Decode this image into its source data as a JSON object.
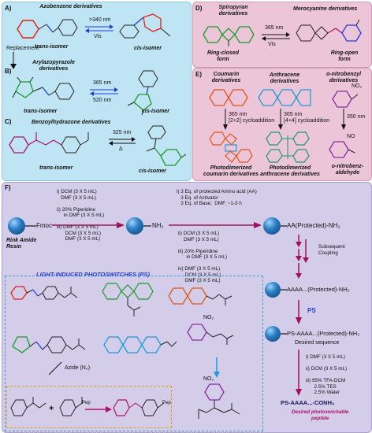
{
  "panel_a": {
    "tag": "A)",
    "title": "Azobenzene derivatives",
    "cond_top": ">340 nm",
    "cond_bottom": "Vis",
    "trans": "trans-isomer",
    "cis": "cis-isomer",
    "replacement": "Replacement"
  },
  "panel_b": {
    "tag": "B)",
    "title": "Arylazopyrazole derivatives",
    "cond_top": "365 nm",
    "cond_bottom": "520 nm",
    "trans": "trans-isomer",
    "cis": "cis-isomer"
  },
  "panel_c": {
    "tag": "C)",
    "title": "Benzoylhydrazone derivatives",
    "cond_top": "325 nm",
    "cond_bottom": "Δ",
    "trans": "trans-isomer",
    "cis": "cis-isomer"
  },
  "panel_d": {
    "tag": "D)",
    "title_left": "Spiropyran derivatives",
    "title_right": "Merocyanine derivatives",
    "cond_top": "365 nm",
    "cond_bottom": "Vis",
    "closed": "Ring-closed form",
    "open": "Ring-open form"
  },
  "panel_e": {
    "tag": "E)",
    "coumarin": "Coumarin derivatives",
    "anthracene": "Anthracene derivatives",
    "nitrobenzyl": "o-nitrobenzyl derivatives",
    "c_cond1": "365 nm",
    "c_cond2": "[2+2] cycloaddition",
    "a_cond1": "365 nm",
    "a_cond2": "[4+4] cycloaddition",
    "n_cond": "350 nm",
    "p_coumarin": "Photodimerized coumarin derivatives",
    "p_anthracene": "Photodimerized anthracene derivatives",
    "p_nitro": "o-nitrobenz-aldehyde",
    "no2": "NO₂",
    "no": "NO"
  },
  "panel_f": {
    "tag": "F)",
    "fmoc": "Fmoc",
    "resin": "Rink Amide Resin",
    "step1": "i) DCM (3 X 5 mL)\n   DMF (3 X 5 mL)\n\nii) 20% Piperidine\n     in DMF (3 X 5 mL)\n\niii) DMF (3 X 5 mL)\n      DCM (3 X 5 mL)\n      DMF (3 X 5 mL)",
    "nh2": "NH₂",
    "step2a": "i) 3 Eq. of protected Amino acid (AA)\n   3 Eq. of Activator\n   3 Eq. of Base;  DMF, ~1-3 h",
    "step2b": "ii) DCM (3 X 5 mL)\n    DMF (3 X 5 mL)\n\niii) 20% Piperidine\n      in DMF (3 X 5 mL)\n\niv) DMF (3 X 5 mL)\n     DCM (3 X 5 mL)\n     DMF (3 X 5 mL)",
    "aa_protected": "AA(Protected)-NH₂",
    "subsequent": "Subsequent\nCoupling",
    "aaaa": "AAAA...(Protected)-NH₂",
    "ps": "PS",
    "ps_aaaa": "PS-AAAA...(Protected)-NH₂",
    "desired_seq": "Desired sequence",
    "cleave": "i) DMF (3 X 5 mL)\n\nii) DCM (3 X 5 mL)\n\niii) 95% TFA-DCM\n      2.5% TES\n      2.5% Water",
    "final": "PS-AAAA...-CONH₂",
    "final_label": "Desired photoswichable\npeptide",
    "lib_title": "LIGHT-INDUCED PHOTOSWITCHES (PS)",
    "azide": "Azide (N₃)",
    "pep": "Pep",
    "no2": "NO₂"
  },
  "colors": {
    "panel_blue": "#bfe4f3",
    "panel_pink": "#ecc6d8",
    "panel_lavender": "#d3cde9",
    "arrow_magenta": "#a0115e",
    "accent_blue": "#1f3fd6"
  }
}
